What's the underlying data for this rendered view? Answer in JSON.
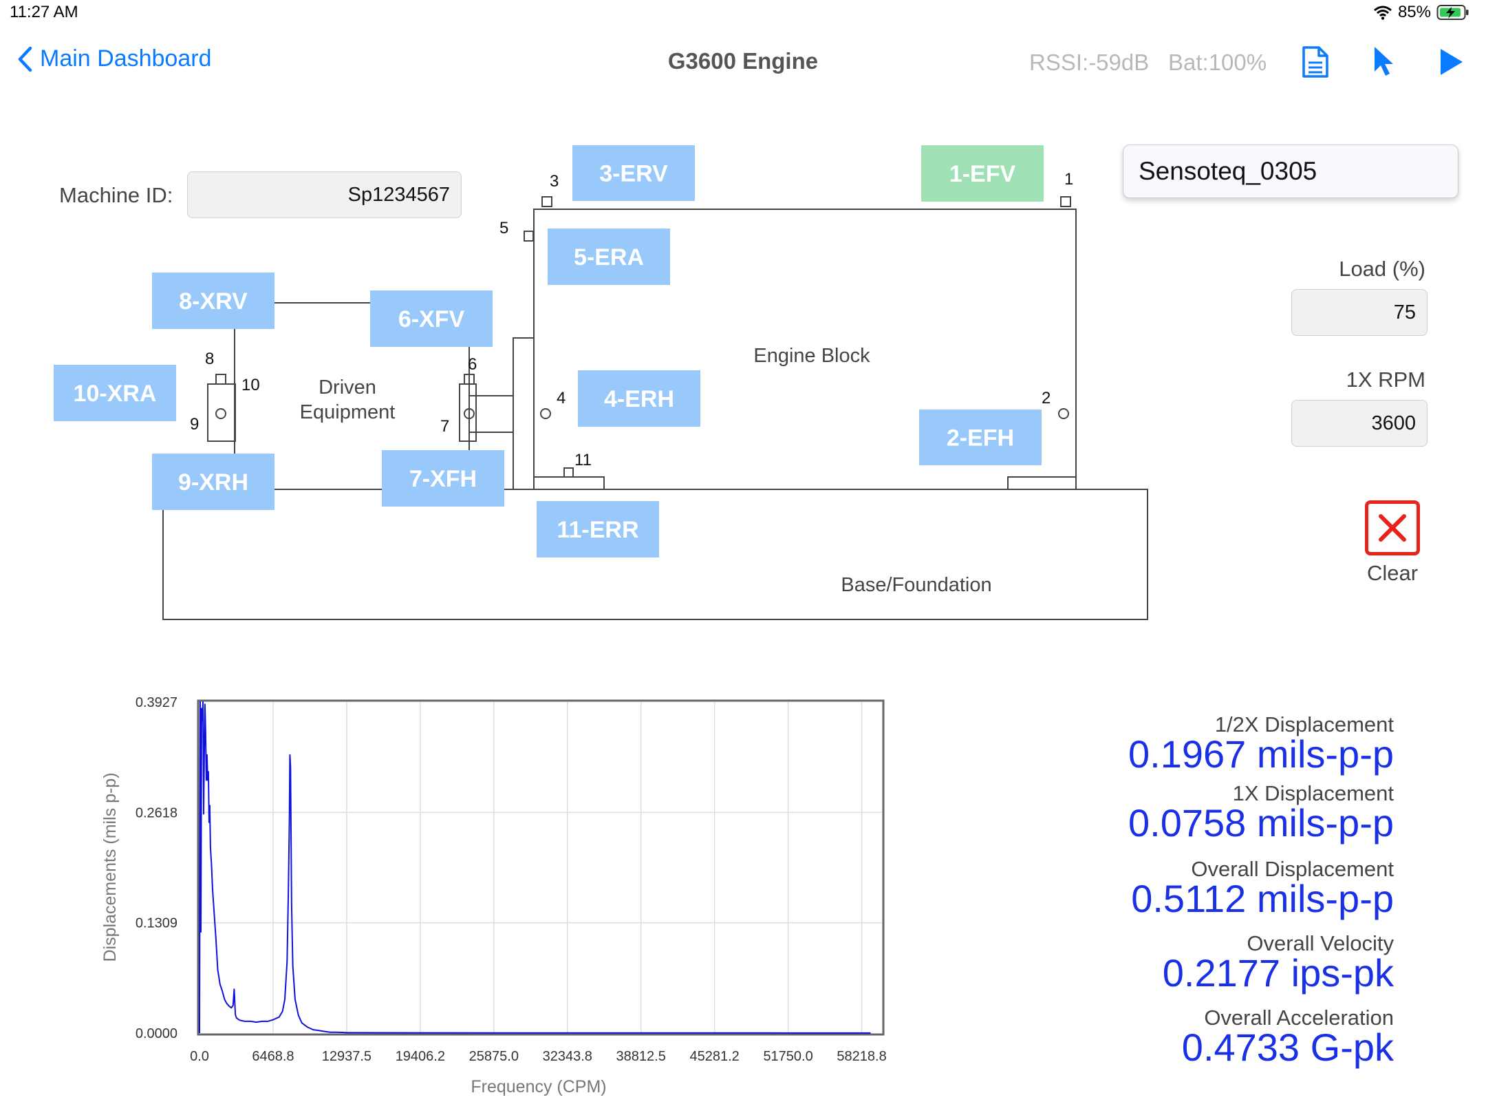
{
  "status": {
    "time": "11:27 AM",
    "battery": "85%"
  },
  "nav": {
    "back_label": "Main Dashboard",
    "title": "G3600 Engine",
    "rssi": "RSSI:-59dB",
    "battery": "Bat:100%",
    "icons": [
      "document-icon",
      "cursor-icon",
      "play-icon"
    ]
  },
  "machine": {
    "id_label": "Machine ID:",
    "id_value": "Sp1234567"
  },
  "sensor_name": "Sensoteq_0305",
  "load": {
    "label": "Load (%)",
    "value": "75"
  },
  "rpm": {
    "label": "1X RPM",
    "value": "3600"
  },
  "clear_label": "Clear",
  "diagram": {
    "engine_block": "Engine Block",
    "driven_equipment": "Driven Equipment",
    "base": "Base/Foundation",
    "points": [
      "1",
      "2",
      "3",
      "4",
      "5",
      "6",
      "7",
      "8",
      "9",
      "10",
      "11"
    ],
    "sensors": [
      "1-EFV",
      "2-EFH",
      "3-ERV",
      "4-ERH",
      "5-ERA",
      "6-XFV",
      "7-XFH",
      "8-XRV",
      "9-XRH",
      "10-XRA",
      "11-ERR"
    ],
    "colors": {
      "sensor": "#99c8fb",
      "selected": "#9fe0b5"
    },
    "selected_sensor": "1-EFV"
  },
  "metrics": [
    {
      "label": "1/2X Displacement",
      "value": "0.1967 mils-p-p"
    },
    {
      "label": "1X Displacement",
      "value": "0.0758 mils-p-p"
    },
    {
      "label": "Overall Displacement",
      "value": "0.5112 mils-p-p"
    },
    {
      "label": "Overall Velocity",
      "value": "0.2177 ips-pk"
    },
    {
      "label": "Overall Acceleration",
      "value": "0.4733 G-pk"
    }
  ],
  "chart_data": {
    "type": "line",
    "xlabel": "Frequency (CPM)",
    "ylabel": "Displacements (mils p-p)",
    "xticks": [
      "0.0",
      "6468.8",
      "12937.5",
      "19406.2",
      "25875.0",
      "32343.8",
      "38812.5",
      "45281.2",
      "51750.0",
      "58218.8"
    ],
    "yticks": [
      "0.3927",
      "0.2618",
      "0.1309",
      "0.0000"
    ],
    "xlim": [
      0,
      60000
    ],
    "ylim": [
      0,
      0.3927
    ],
    "grid": true,
    "series": [
      {
        "color": "#1111dd",
        "x": [
          0,
          60,
          120,
          180,
          240,
          300,
          360,
          420,
          480,
          540,
          600,
          660,
          720,
          780,
          840,
          900,
          960,
          1050,
          1150,
          1300,
          1450,
          1600,
          1800,
          2000,
          2200,
          2400,
          2600,
          2800,
          2950,
          3050,
          3150,
          3250,
          3350,
          3450,
          3600,
          4000,
          4500,
          5000,
          5500,
          6000,
          6500,
          7000,
          7300,
          7500,
          7700,
          7800,
          7900,
          7950,
          8000,
          8050,
          8100,
          8200,
          8400,
          8700,
          9000,
          9500,
          10000,
          10500,
          11000,
          11500,
          12000,
          12500,
          13000,
          20000,
          30000,
          40000,
          50000,
          59000
        ],
        "y": [
          0.0,
          0.393,
          0.12,
          0.385,
          0.37,
          0.393,
          0.26,
          0.33,
          0.39,
          0.355,
          0.3,
          0.33,
          0.3,
          0.31,
          0.25,
          0.27,
          0.22,
          0.2,
          0.17,
          0.14,
          0.11,
          0.075,
          0.058,
          0.05,
          0.04,
          0.035,
          0.032,
          0.03,
          0.033,
          0.052,
          0.022,
          0.018,
          0.017,
          0.016,
          0.015,
          0.014,
          0.014,
          0.013,
          0.014,
          0.014,
          0.016,
          0.019,
          0.026,
          0.04,
          0.085,
          0.16,
          0.25,
          0.33,
          0.315,
          0.23,
          0.15,
          0.08,
          0.04,
          0.021,
          0.012,
          0.007,
          0.004,
          0.003,
          0.002,
          0.001,
          0.001,
          0.0008,
          0.0005,
          0.0003,
          0.0002,
          0.0002,
          0.0002,
          0.0001
        ]
      }
    ]
  }
}
